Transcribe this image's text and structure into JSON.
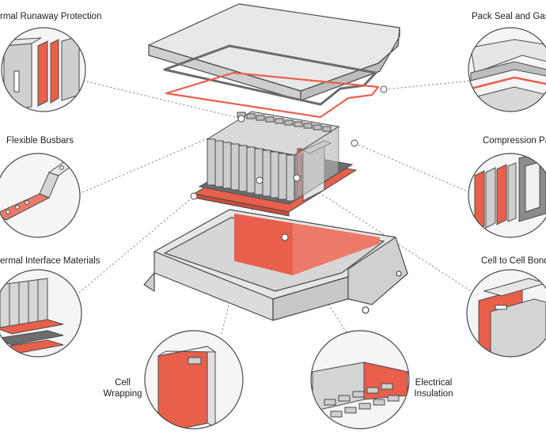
{
  "labels": {
    "thermal_runaway": "rmal Runaway Protection",
    "pack_seal": "Pack Seal and Gask",
    "flexible_busbars": "Flexible Busbars",
    "compression_pads": "Compression Pa",
    "thermal_interface": "ermal Interface Materials",
    "cell_to_cell": "Cell to Cell Bond",
    "cell_wrapping_1": "Cell",
    "cell_wrapping_2": "Wrapping",
    "electrical_insulation_1": "Electrical",
    "electrical_insulation_2": "Insulation"
  },
  "colors": {
    "accent": "#e8604c",
    "metal_light": "#e6e6e6",
    "metal_mid": "#c9c9c9",
    "metal_dark": "#8c8c8c",
    "outline": "#4a4a4a",
    "leader": "#7a7a7a"
  }
}
